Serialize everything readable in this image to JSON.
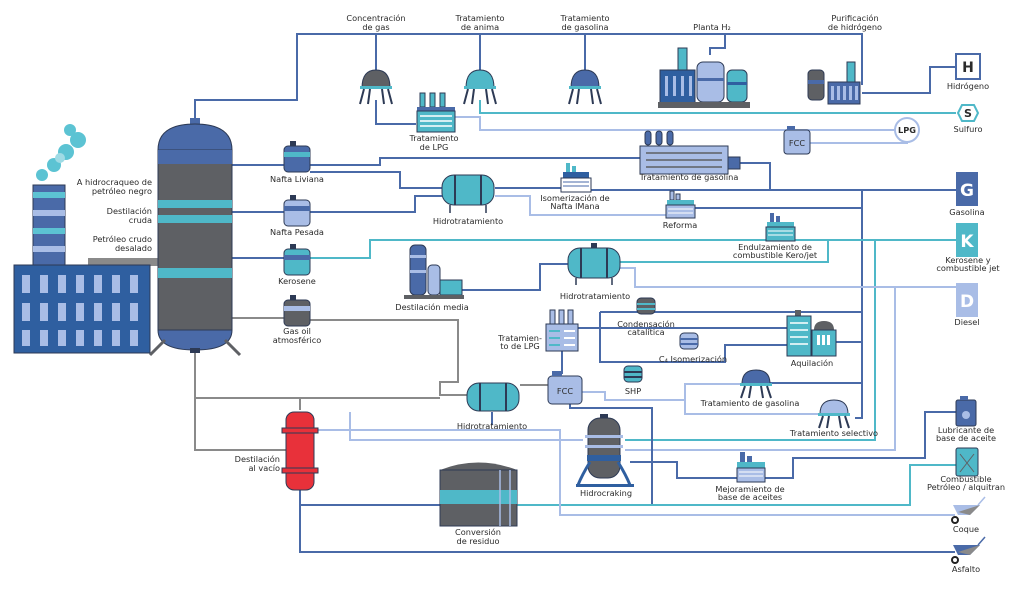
{
  "colors": {
    "dark_blue": "#4a6aa8",
    "teal": "#4fb8c8",
    "light_blue": "#a9bde6",
    "gray": "#5e6064",
    "red": "#e8313a"
  },
  "labels": {
    "hydrocracking_black_oil": [
      "A hidrocraqueo de",
      "petróleo negro"
    ],
    "crude_distillation": [
      "Destilación",
      "cruda"
    ],
    "desalted_crude": [
      "Petróleo crudo",
      "desalado"
    ],
    "light_naphtha": "Nafta Liviana",
    "heavy_naphtha": "Nafta Pesada",
    "kerosene": "Kerosene",
    "atmospheric_gas_oil": [
      "Gas oil",
      "atmosférico"
    ],
    "gas_concentration": [
      "Concentración",
      "de gas"
    ],
    "amine_treatment": [
      "Tratamiento",
      "de anima"
    ],
    "gasoline_treatment_top": [
      "Tratamiento",
      "de gasolina"
    ],
    "h2_plant": "Planta H₂",
    "hydrogen_purification": [
      "Purificación",
      "de hidrógeno"
    ],
    "lpg_treatment_top": [
      "Tratamiento",
      "de LPG"
    ],
    "gasoline_treatment_mid": "Tratamiento de gasolina",
    "hydrotreating_1": "Hidrotratamiento",
    "naphtha_isomerization": [
      "Isomerización de",
      "Nafta lMana"
    ],
    "reforming": "Reforma",
    "kero_sweetening": [
      "Endulzamiento de",
      "combustible Kero/jet"
    ],
    "middle_distillation": "Destilación media",
    "hydrotreating_2": "Hidrotratamiento",
    "catalytic_condensation": [
      "Condensación",
      "catalítica"
    ],
    "lpg_treatment_mid": [
      "Tratamien-",
      "to de LPG"
    ],
    "c4_isomerization": "C₄ Isomerización",
    "alkylation": "Aquilación",
    "shp": "SHP",
    "fcc": "FCC",
    "fcc_small": "FCC",
    "lpg": "LPG",
    "gasoline_treatment_low": "Tratamiento de gasolina",
    "selective_treatment": "Tratamiento selectivo",
    "hydrotreating_3": "Hidrotratamiento",
    "vacuum_distillation": [
      "Destilación",
      "al vacío"
    ],
    "hydrocracking": "Hidrocraking",
    "base_oil_upgrading": [
      "Mejoramiento de",
      "base de aceites"
    ],
    "residue_conversion": [
      "Conversión",
      "de residuo"
    ]
  },
  "products": {
    "hydrogen": {
      "symbol": "H",
      "label": "Hidrógeno"
    },
    "sulfur": {
      "symbol": "S",
      "label": "Sulfuro"
    },
    "gasoline": {
      "symbol": "G",
      "label": "Gasolina"
    },
    "kerosene_jet": {
      "symbol": "K",
      "label": [
        "Kerosene y",
        "combustible jet"
      ]
    },
    "diesel": {
      "symbol": "D",
      "label": "Diesel"
    },
    "base_oil_lubricant": {
      "label": [
        "Lubricante de",
        "base de aceite"
      ]
    },
    "fuel_oil_tar": {
      "label": [
        "Combustible",
        "Petróleo / alquitran"
      ]
    },
    "coke": {
      "label": "Coque"
    },
    "asphalt": {
      "label": "Asfalto"
    }
  }
}
